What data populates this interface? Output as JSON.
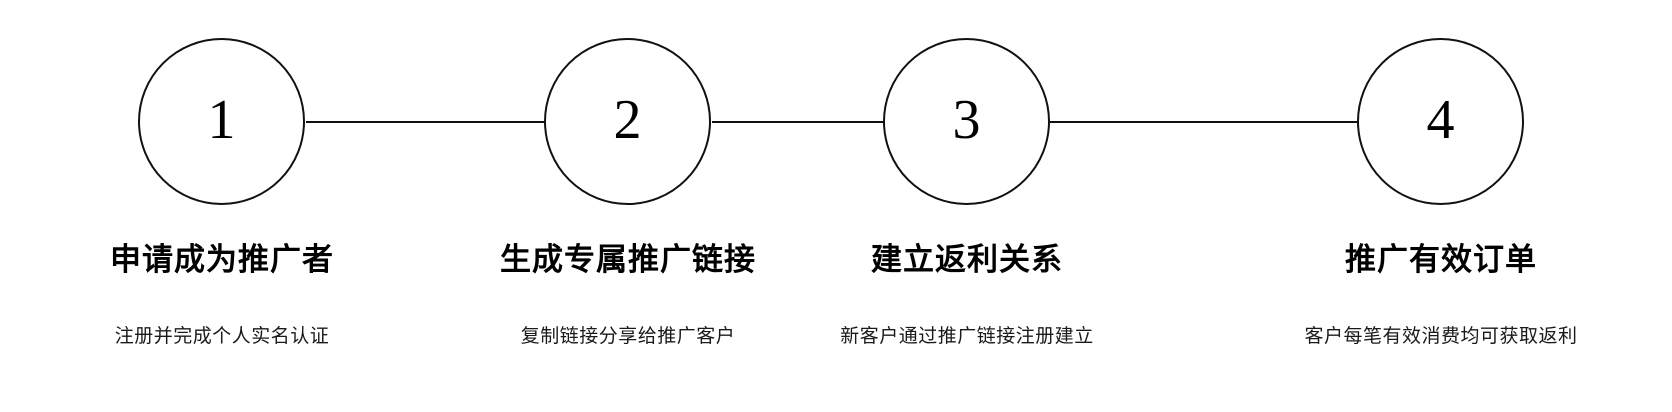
{
  "diagram": {
    "type": "horizontal-step-flow",
    "orientation": "horizontal",
    "background_color": "#ffffff",
    "stroke_color": "#111111",
    "text_color": "#000000",
    "step_count": 4,
    "steps": [
      {
        "number": "1",
        "title": "申请成为推广者",
        "description": "注册并完成个人实名认证"
      },
      {
        "number": "2",
        "title": "生成专属推广链接",
        "description": "复制链接分享给推广客户"
      },
      {
        "number": "3",
        "title": "建立返利关系",
        "description": "新客户通过推广链接注册建立"
      },
      {
        "number": "4",
        "title": "推广有效订单",
        "description": "客户每笔有效消费均可获取返利"
      }
    ],
    "connectors": [
      {
        "from": "1",
        "to": "2"
      },
      {
        "from": "2",
        "to": "3"
      },
      {
        "from": "3",
        "to": "4"
      }
    ]
  }
}
